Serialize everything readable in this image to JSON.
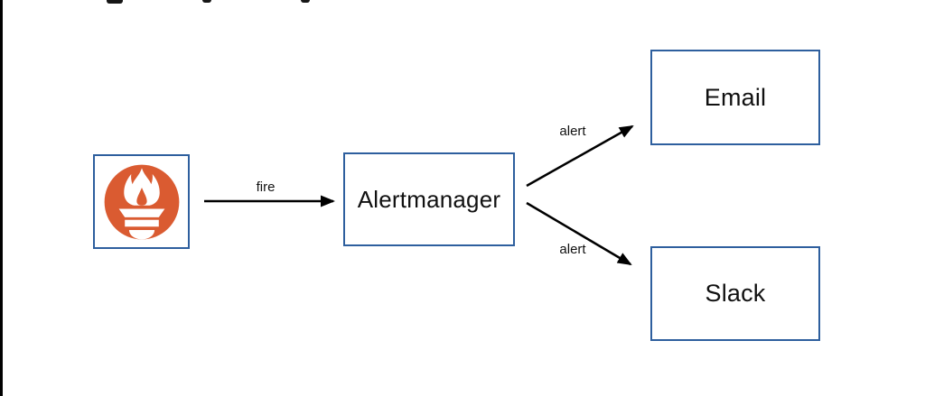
{
  "canvas": {
    "background": "#ffffff",
    "left_edge_bar_color": "#000000"
  },
  "diagram": {
    "colors": {
      "box_border": "#2e5f9e",
      "arrow": "#000000",
      "prometheus_orange": "#da5b31",
      "text": "#111111"
    },
    "nodes": {
      "prometheus": {
        "icon": "prometheus-logo-icon",
        "label": ""
      },
      "alertmanager": {
        "label": "Alertmanager"
      },
      "email": {
        "label": "Email"
      },
      "slack": {
        "label": "Slack"
      }
    },
    "edges": [
      {
        "from": "prometheus",
        "to": "alertmanager",
        "label": "fire"
      },
      {
        "from": "alertmanager",
        "to": "email",
        "label": "alert"
      },
      {
        "from": "alertmanager",
        "to": "slack",
        "label": "alert"
      }
    ]
  }
}
